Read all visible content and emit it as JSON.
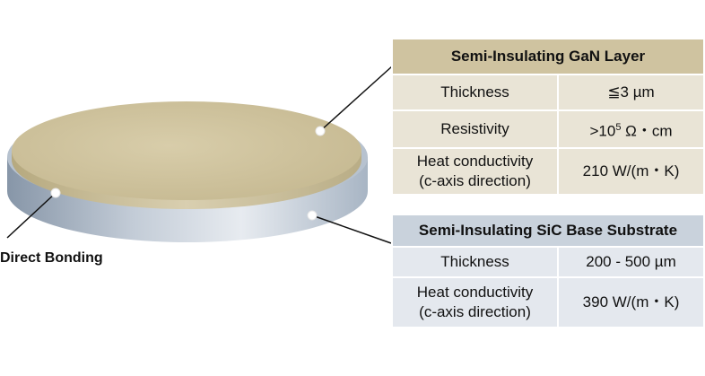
{
  "gan_layer": {
    "title": "Semi-Insulating GaN Layer",
    "rows": [
      {
        "property": "Thickness",
        "value": "≦3 µm"
      },
      {
        "property": "Resistivity",
        "value_base": ">10",
        "value_exp": "5",
        "value_unit": " Ω・cm"
      },
      {
        "property_line1": "Heat conductivity",
        "property_line2": "(c-axis direction)",
        "value": "210 W/(m・K)"
      }
    ]
  },
  "sic_substrate": {
    "title": "Semi-Insulating SiC Base Substrate",
    "rows": [
      {
        "property": "Thickness",
        "value": "200 - 500 µm"
      },
      {
        "property_line1": "Heat conductivity",
        "property_line2": "(c-axis direction)",
        "value": "390 W/(m・K)"
      }
    ]
  },
  "annotation": {
    "direct_bonding": "Direct Bonding"
  },
  "colors": {
    "gan_header": "#cfc3a0",
    "gan_cell": "#e9e4d6",
    "sic_header": "#c9d2dc",
    "sic_cell": "#e4e8ee",
    "wafer_top": "#cbbf9b",
    "wafer_side": "#9aa9bb"
  }
}
